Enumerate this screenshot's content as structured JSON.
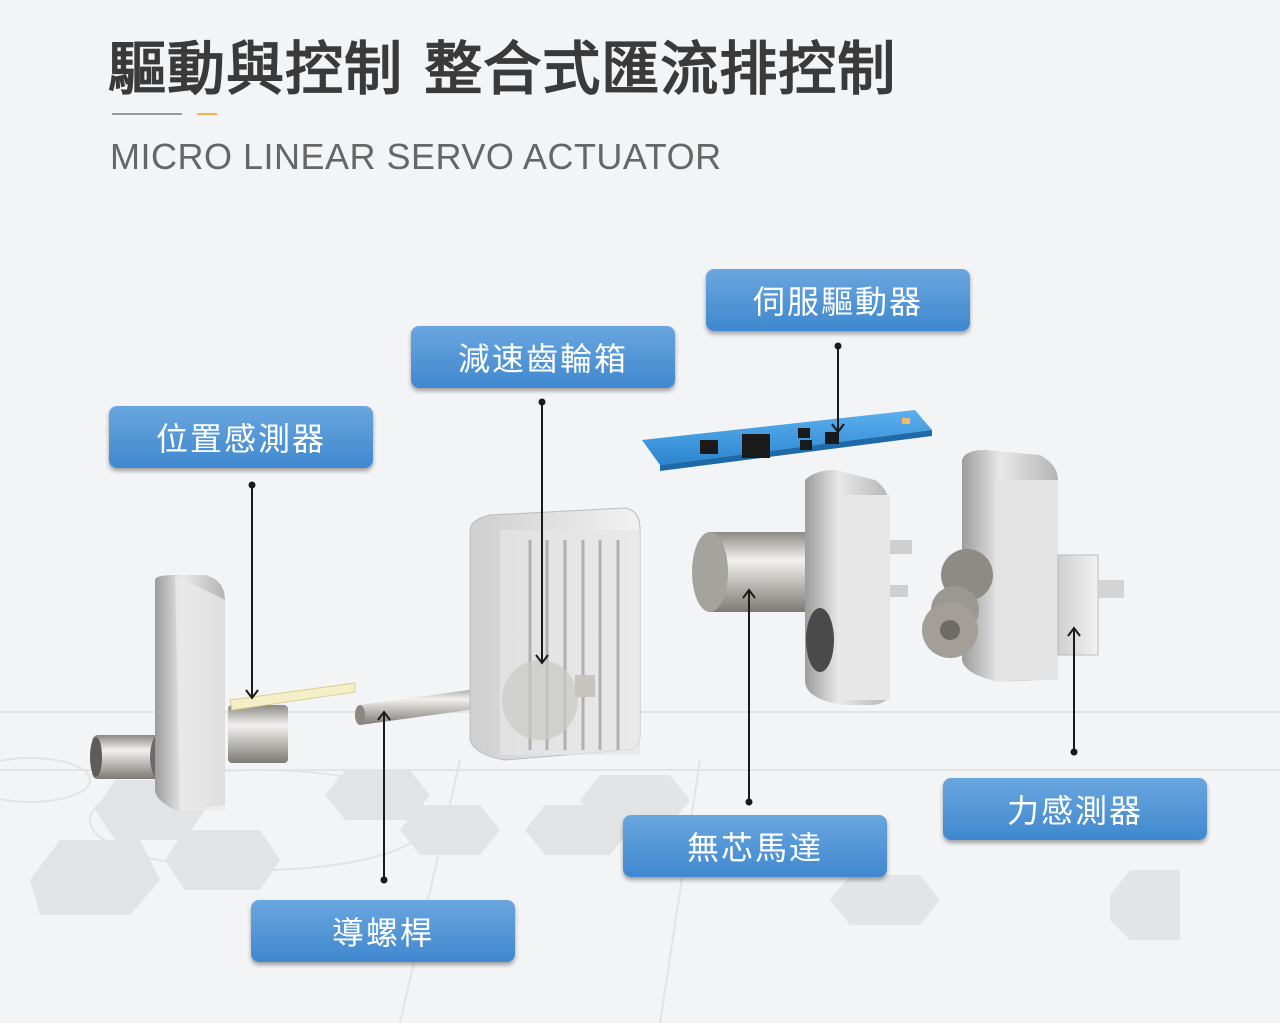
{
  "header": {
    "title": "驅動與控制 整合式匯流排控制",
    "subtitle": "MICRO LINEAR SERVO ACTUATOR"
  },
  "colors": {
    "label_top": "#6aa6df",
    "label_bottom": "#3f88cf",
    "accent_rule": "#f0b550",
    "grey_rule": "#9a9a9a",
    "pcb_blue": "#3d9be0"
  },
  "labels": {
    "position_sensor": "位置感測器",
    "gearbox": "減速齒輪箱",
    "servo_driver": "伺服驅動器",
    "lead_screw": "導螺桿",
    "coreless_motor": "無芯馬達",
    "force_sensor": "力感測器"
  }
}
